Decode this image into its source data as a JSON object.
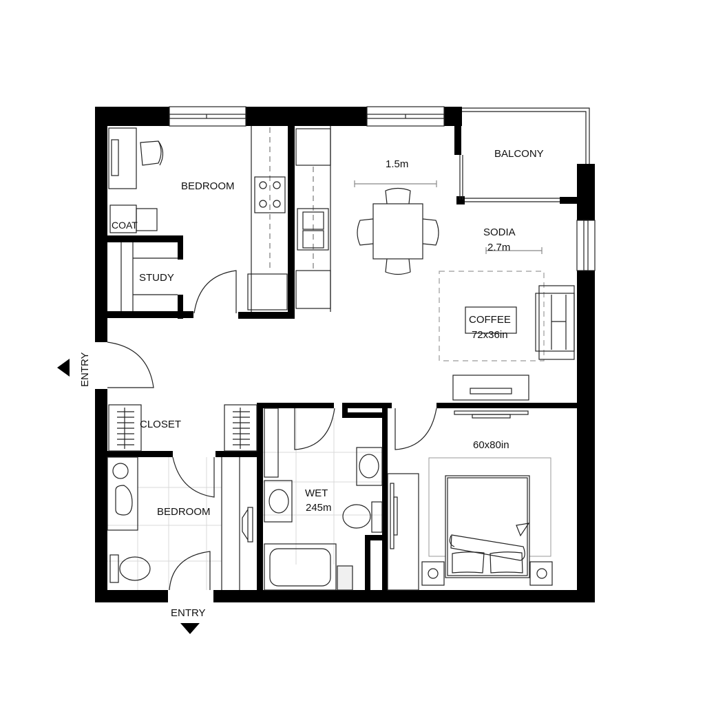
{
  "plan": {
    "rooms": {
      "bedroom_top": "BEDROOM",
      "coat": "COAT",
      "study": "STUDY",
      "balcony": "BALCONY",
      "sodia": "SODIA",
      "closet": "CLOSET",
      "bedroom_bottom": "BEDROOM",
      "wet": "WET",
      "coffee": "COFFEE"
    },
    "dimensions": {
      "dining_width": "1.5m",
      "sodia_width": "2.7m",
      "coffee_size": "72x36in",
      "wet_area": "245m",
      "bed_size": "60x80in"
    },
    "entries": {
      "left": "ENTRY",
      "bottom": "ENTRY"
    },
    "colors": {
      "wall": "#000000",
      "line": "#222222",
      "background": "#ffffff"
    }
  }
}
